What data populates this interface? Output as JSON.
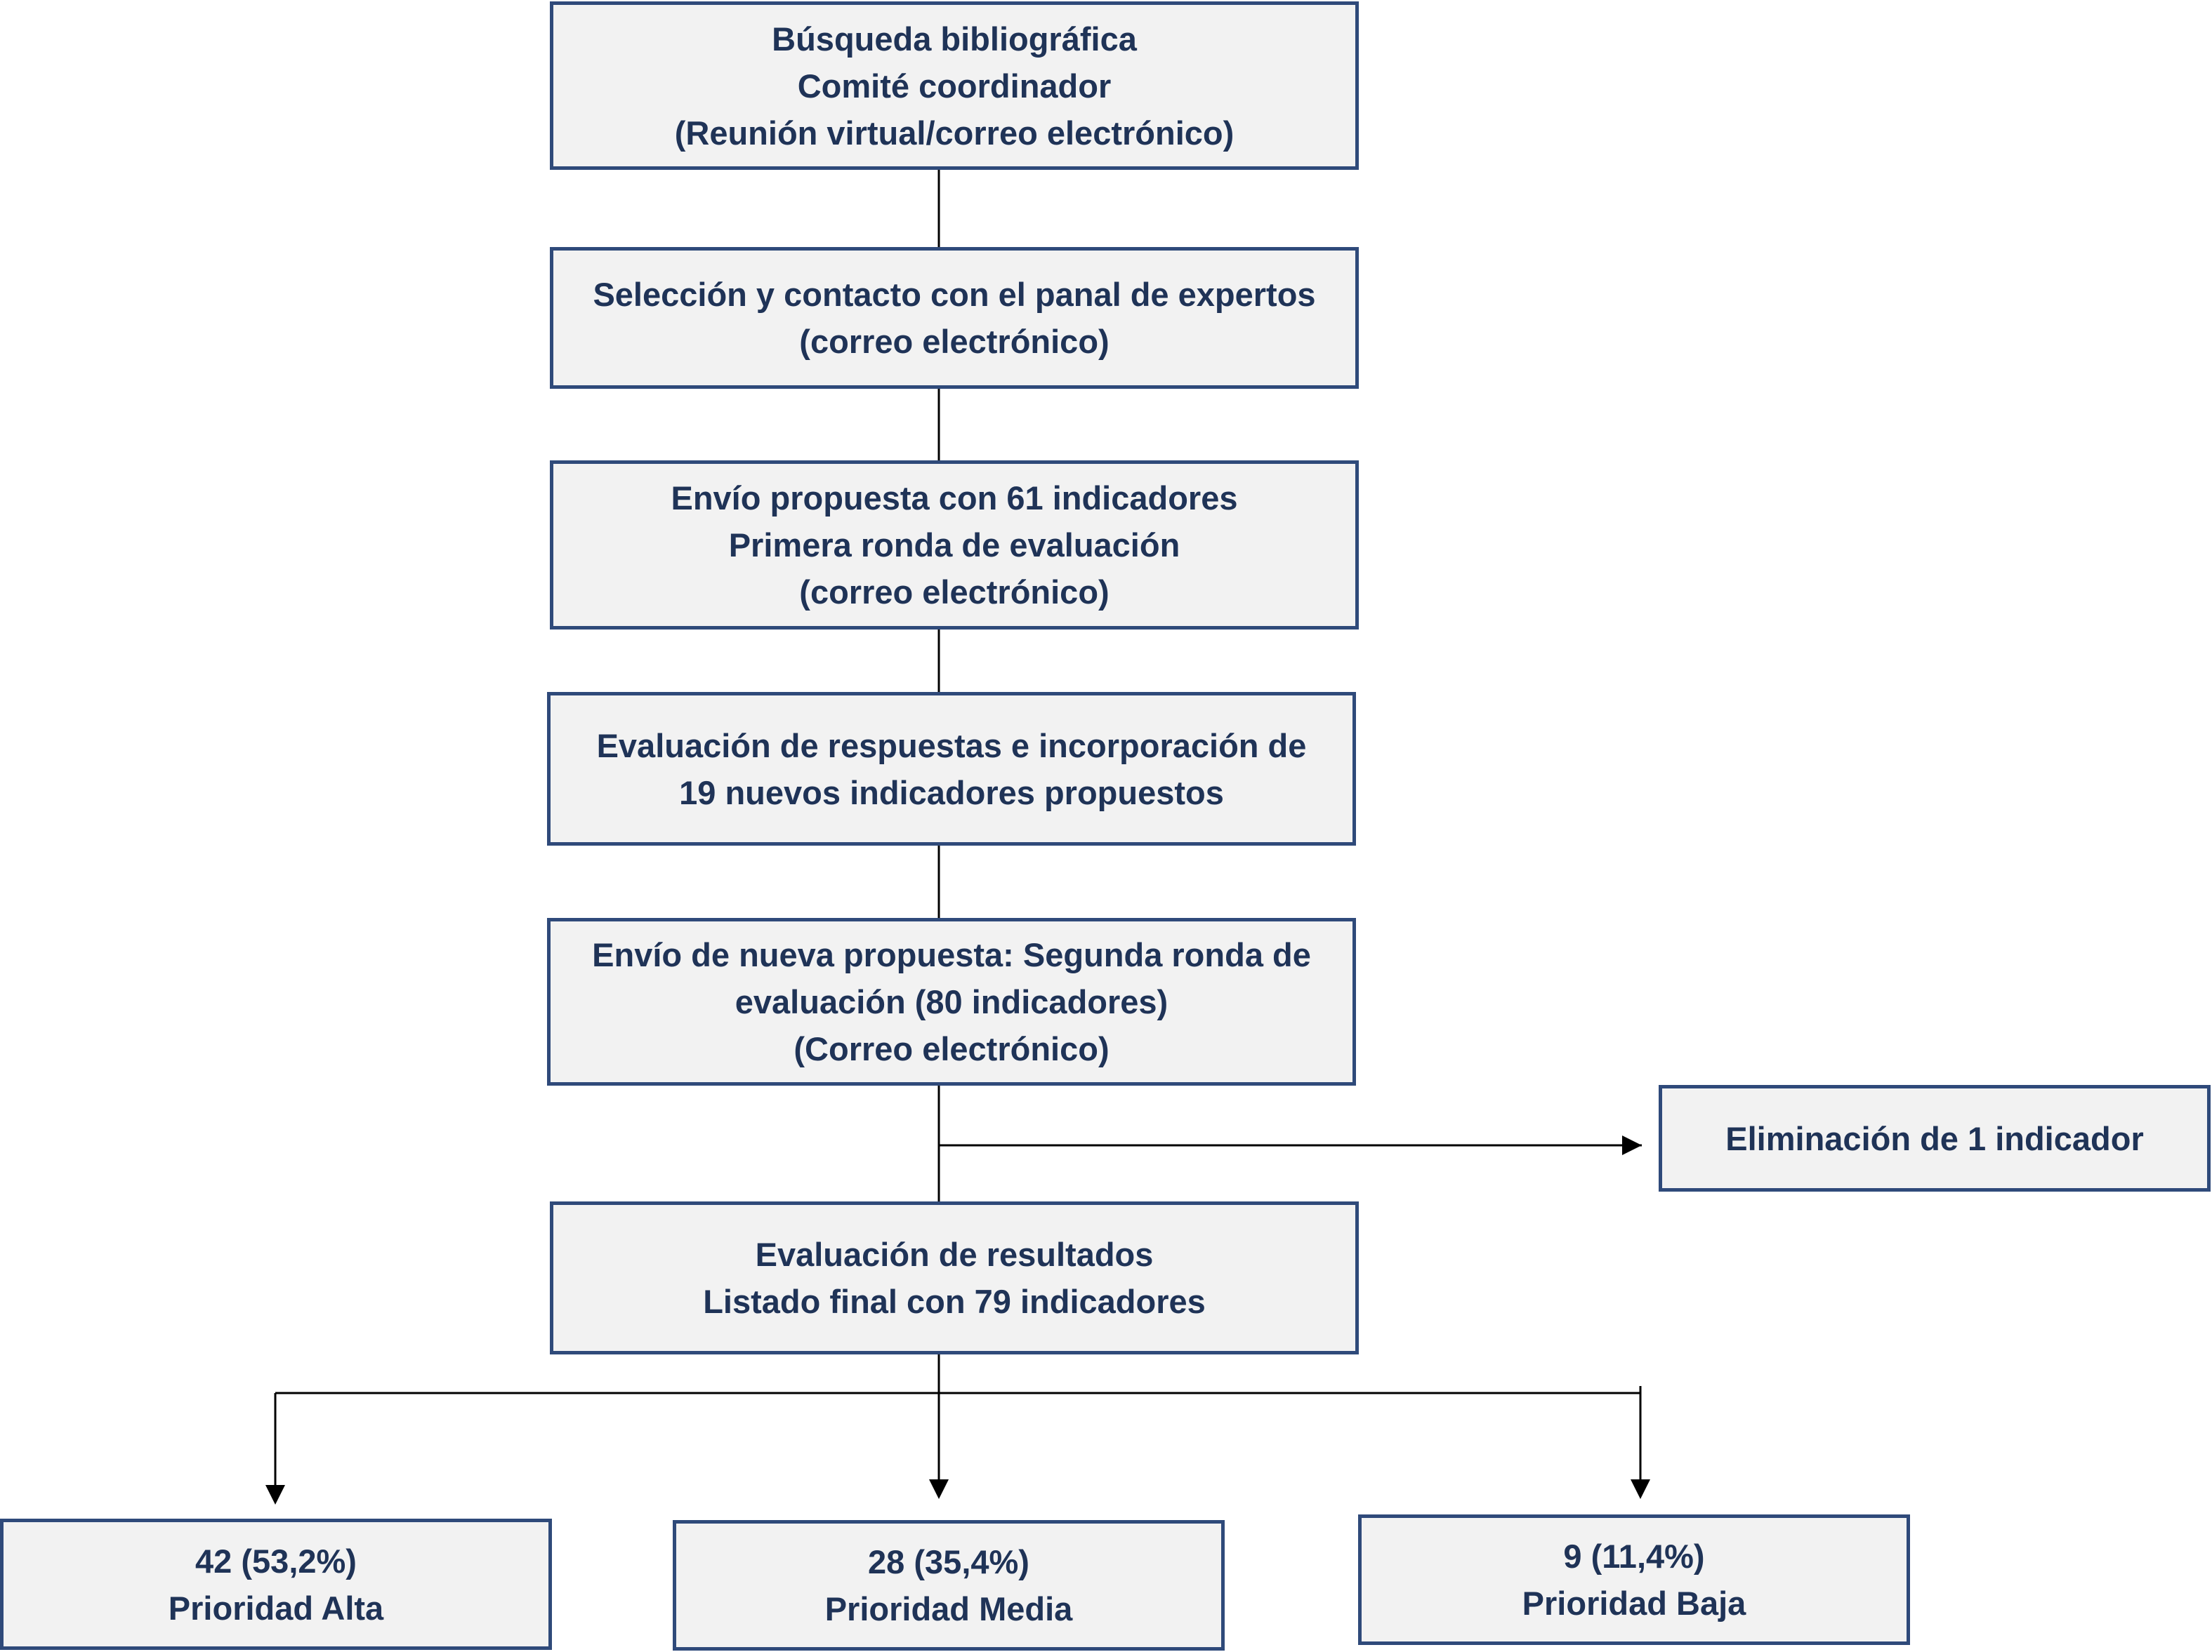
{
  "colors": {
    "box_fill": "#f2f2f2",
    "box_border": "#2f4a7a",
    "text": "#1f3357",
    "connector": "#000000"
  },
  "steps": [
    {
      "lines": [
        "Búsqueda bibliográfica",
        "Comité coordinador",
        "(Reunión virtual/correo electrónico)"
      ]
    },
    {
      "lines": [
        "Selección y contacto con el panal de expertos",
        "(correo electrónico)"
      ]
    },
    {
      "lines": [
        "Envío propuesta con 61 indicadores",
        "Primera ronda de evaluación",
        "(correo electrónico)"
      ]
    },
    {
      "lines": [
        "Evaluación de respuestas e incorporación de",
        "19 nuevos indicadores propuestos"
      ]
    },
    {
      "lines": [
        "Envío de nueva propuesta: Segunda ronda de",
        "evaluación (80 indicadores)",
        "(Correo electrónico)"
      ]
    },
    {
      "lines": [
        "Evaluación de resultados",
        "Listado final con 79 indicadores"
      ]
    }
  ],
  "elimination": {
    "lines": [
      "Eliminación de 1 indicador"
    ]
  },
  "outcomes": [
    {
      "lines": [
        "42 (53,2%)",
        "Prioridad Alta"
      ]
    },
    {
      "lines": [
        "28 (35,4%)",
        "Prioridad Media"
      ]
    },
    {
      "lines": [
        "9 (11,4%)",
        "Prioridad Baja"
      ]
    }
  ]
}
